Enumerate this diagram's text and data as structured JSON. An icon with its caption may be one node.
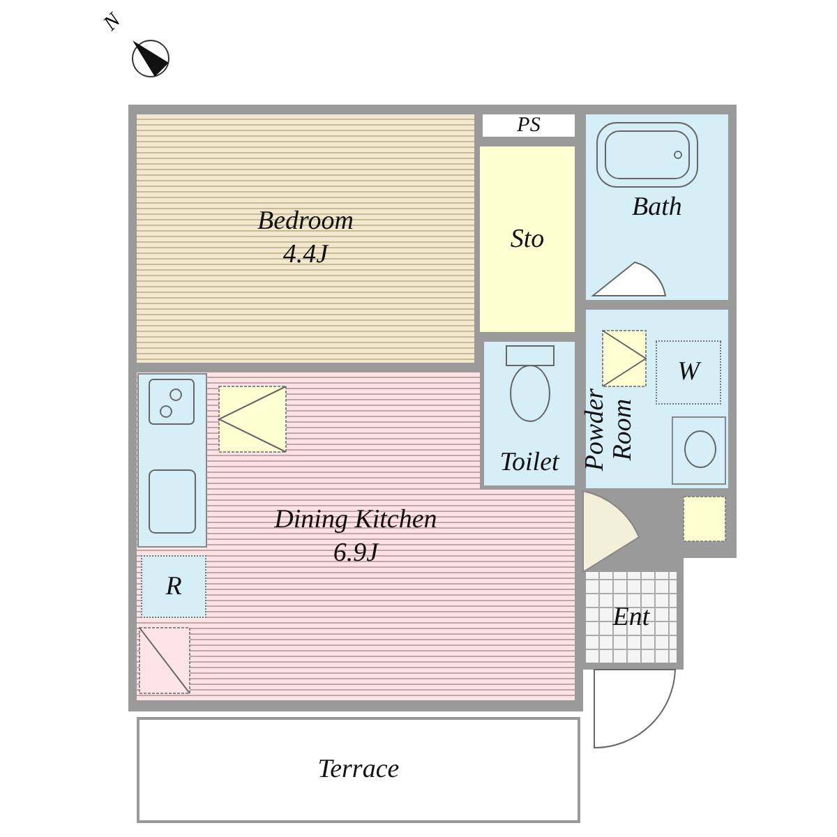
{
  "diagram": {
    "nodes": [
      {
        "text": [
          "Bedroom",
          "4.4J"
        ]
      },
      {
        "text": [
          "PS"
        ]
      },
      {
        "text": [
          "Sto"
        ]
      },
      {
        "text": [
          "Bath"
        ]
      },
      {
        "text": [
          "Toilet"
        ]
      },
      {
        "text": [
          "Powder Room"
        ]
      },
      {
        "text": [
          "W"
        ],
        "in": 5
      },
      {
        "text": [
          "Dining Kitchen",
          "6.9J"
        ]
      },
      {
        "text": [
          "R"
        ],
        "in": 7
      },
      {
        "text": [
          "Ent"
        ]
      },
      {
        "text": [
          "Terrace"
        ]
      }
    ],
    "labels": [
      "N"
    ]
  }
}
